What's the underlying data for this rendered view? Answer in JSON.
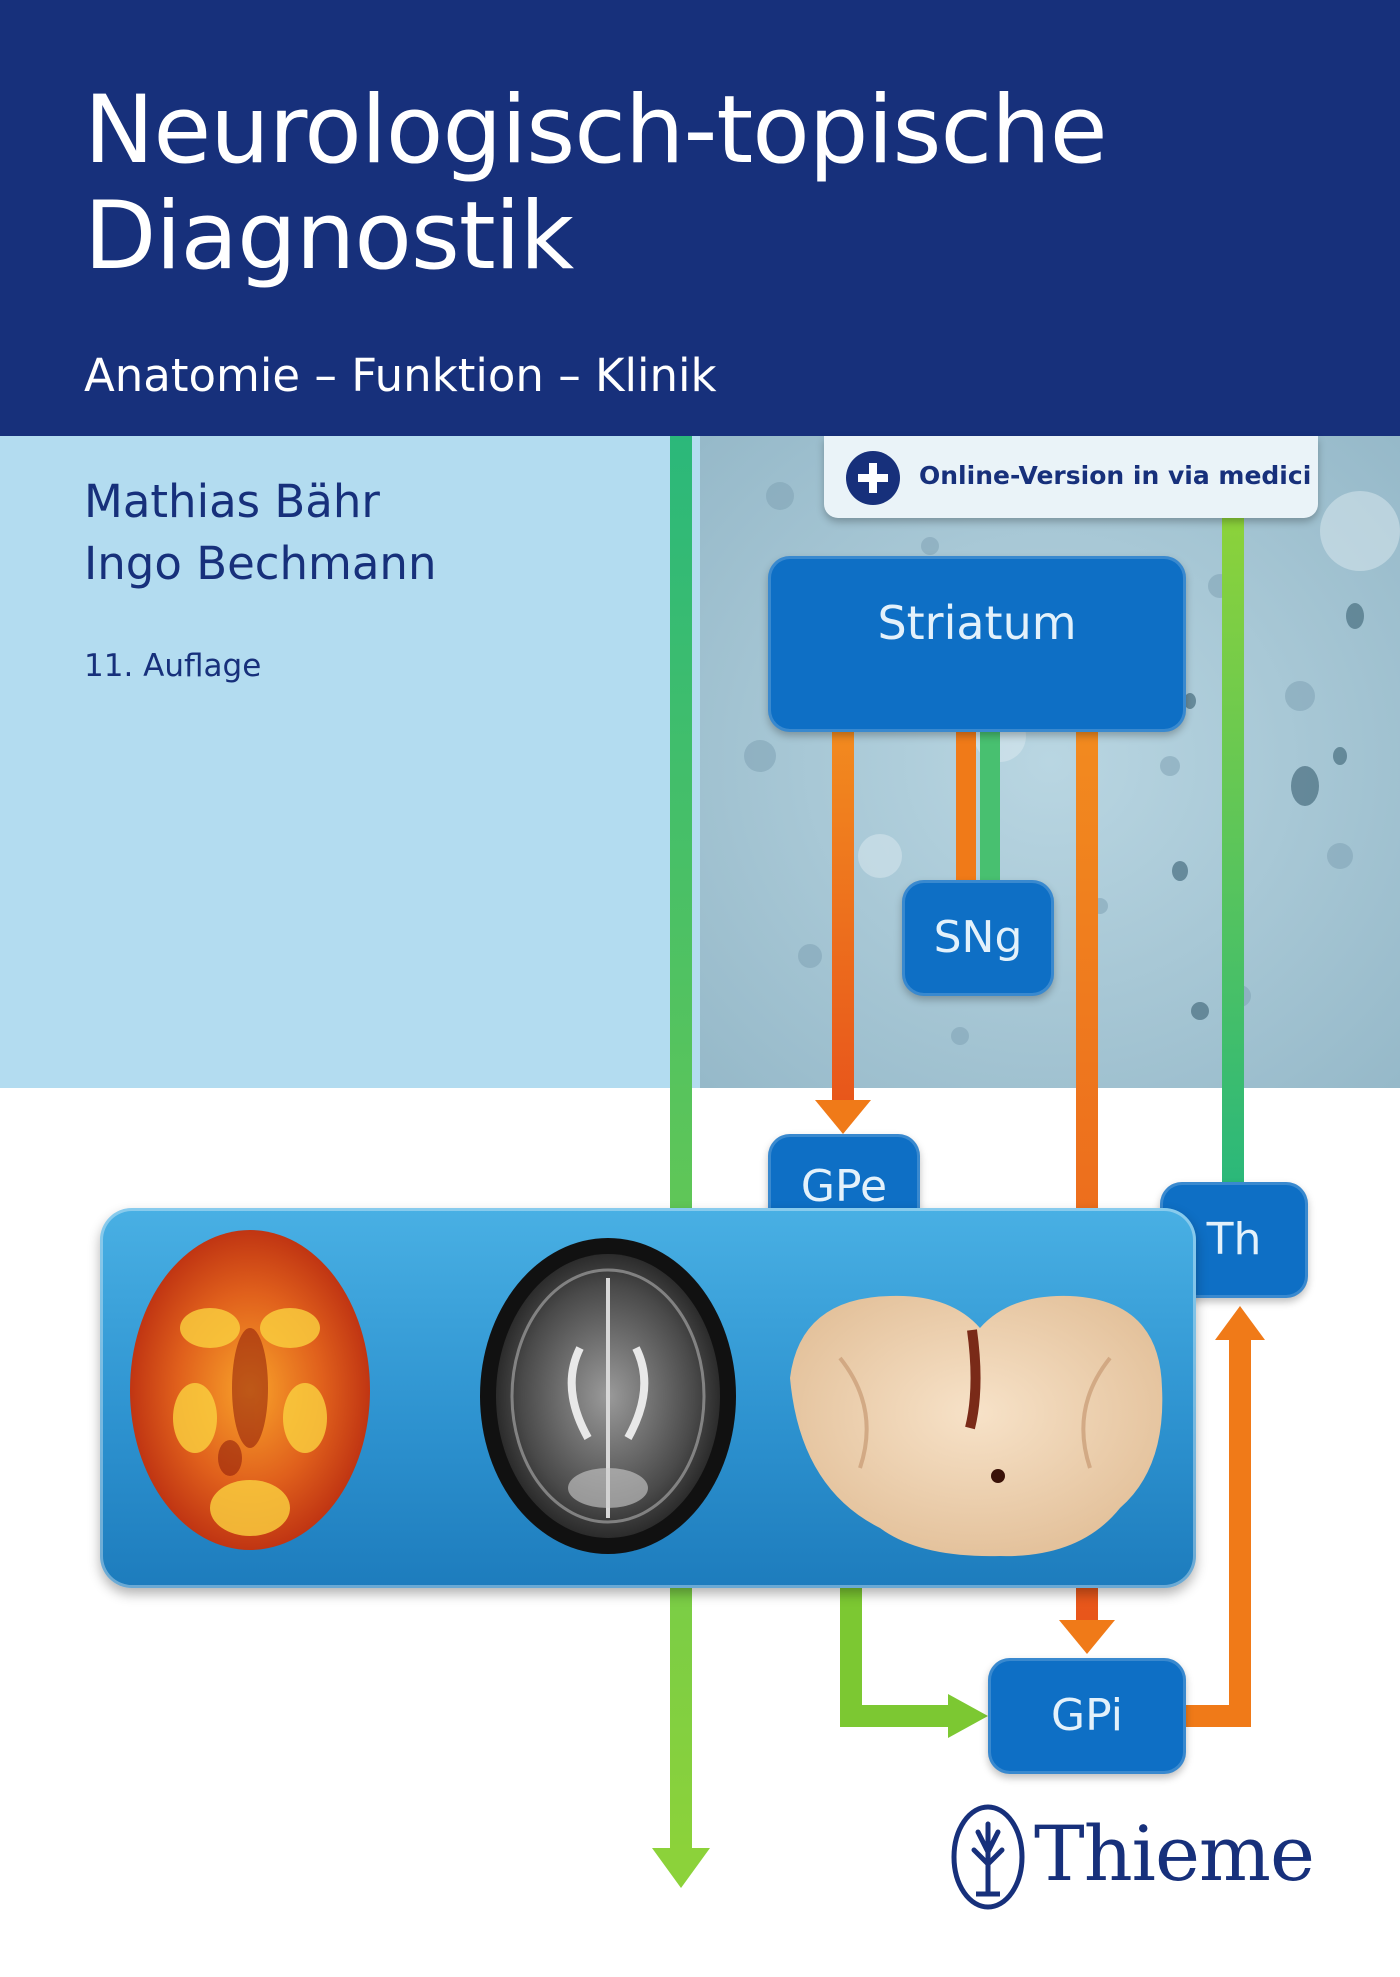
{
  "cover": {
    "title_line1": "Neurologisch-topische",
    "title_line2": "Diagnostik",
    "subtitle": "Anatomie – Funktion – Klinik",
    "authors": [
      "Mathias Bähr",
      "Ingo Bechmann"
    ],
    "edition": "11. Auflage",
    "online_badge": "Online-Version in via medici",
    "publisher": "Thieme"
  },
  "diagram": {
    "nodes": {
      "striatum": "Striatum",
      "sng": "SNg",
      "gpe": "GPe",
      "th": "Th",
      "gpi": "GPi"
    }
  },
  "colors": {
    "navy": "#17307b",
    "light_blue": "#b3dcf0",
    "node_blue": "#0e6fc5",
    "arrow_orange": "#f07a18",
    "arrow_green": "#7cc832"
  },
  "images": [
    "pet-scan-image",
    "mri-scan-image",
    "brain-specimen-image"
  ]
}
